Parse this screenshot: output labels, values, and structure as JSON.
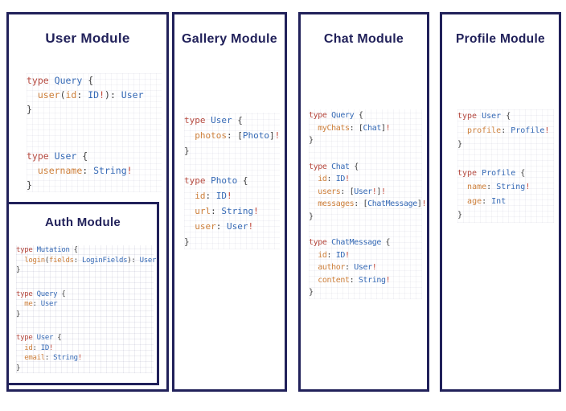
{
  "colors": {
    "navy": "#21215a",
    "keyword": "#b5493f",
    "type": "#3569b5",
    "field": "#cd7f3a",
    "punct": "#3d3d3d",
    "bang": "#c04638"
  },
  "panels": {
    "user": {
      "title": "User Module",
      "blocks": [
        [
          [
            [
              "k",
              "type"
            ],
            [
              "p",
              " "
            ],
            [
              "t",
              "Query"
            ],
            [
              "p",
              " {"
            ]
          ],
          [
            [
              "p",
              "  "
            ],
            [
              "f",
              "user"
            ],
            [
              "p",
              "("
            ],
            [
              "f",
              "id"
            ],
            [
              "p",
              ": "
            ],
            [
              "t",
              "ID"
            ],
            [
              "b",
              "!"
            ],
            [
              "p",
              "): "
            ],
            [
              "t",
              "User"
            ]
          ],
          [
            [
              "p",
              "}"
            ]
          ]
        ],
        [
          [
            [
              "k",
              "type"
            ],
            [
              "p",
              " "
            ],
            [
              "t",
              "User"
            ],
            [
              "p",
              " {"
            ]
          ],
          [
            [
              "p",
              "  "
            ],
            [
              "f",
              "username"
            ],
            [
              "p",
              ": "
            ],
            [
              "t",
              "String"
            ],
            [
              "b",
              "!"
            ]
          ],
          [
            [
              "p",
              "}"
            ]
          ]
        ]
      ]
    },
    "auth": {
      "title": "Auth Module",
      "blocks": [
        [
          [
            [
              "k",
              "type"
            ],
            [
              "p",
              " "
            ],
            [
              "t",
              "Mutation"
            ],
            [
              "p",
              " {"
            ]
          ],
          [
            [
              "p",
              "  "
            ],
            [
              "f",
              "login"
            ],
            [
              "p",
              "("
            ],
            [
              "f",
              "fields"
            ],
            [
              "p",
              ": "
            ],
            [
              "t",
              "LoginFields"
            ],
            [
              "p",
              "): "
            ],
            [
              "t",
              "User"
            ]
          ],
          [
            [
              "p",
              "}"
            ]
          ]
        ],
        [
          [
            [
              "k",
              "type"
            ],
            [
              "p",
              " "
            ],
            [
              "t",
              "Query"
            ],
            [
              "p",
              " {"
            ]
          ],
          [
            [
              "p",
              "  "
            ],
            [
              "f",
              "me"
            ],
            [
              "p",
              ": "
            ],
            [
              "t",
              "User"
            ]
          ],
          [
            [
              "p",
              "}"
            ]
          ]
        ],
        [
          [
            [
              "k",
              "type"
            ],
            [
              "p",
              " "
            ],
            [
              "t",
              "User"
            ],
            [
              "p",
              " {"
            ]
          ],
          [
            [
              "p",
              "  "
            ],
            [
              "f",
              "id"
            ],
            [
              "p",
              ": "
            ],
            [
              "t",
              "ID"
            ],
            [
              "b",
              "!"
            ]
          ],
          [
            [
              "p",
              "  "
            ],
            [
              "f",
              "email"
            ],
            [
              "p",
              ": "
            ],
            [
              "t",
              "String"
            ],
            [
              "b",
              "!"
            ]
          ],
          [
            [
              "p",
              "}"
            ]
          ]
        ]
      ]
    },
    "gallery": {
      "title": "Gallery Module",
      "blocks": [
        [
          [
            [
              "k",
              "type"
            ],
            [
              "p",
              " "
            ],
            [
              "t",
              "User"
            ],
            [
              "p",
              " {"
            ]
          ],
          [
            [
              "p",
              "  "
            ],
            [
              "f",
              "photos"
            ],
            [
              "p",
              ": ["
            ],
            [
              "t",
              "Photo"
            ],
            [
              "p",
              "]"
            ],
            [
              "b",
              "!"
            ]
          ],
          [
            [
              "p",
              "}"
            ]
          ]
        ],
        [
          [
            [
              "k",
              "type"
            ],
            [
              "p",
              " "
            ],
            [
              "t",
              "Photo"
            ],
            [
              "p",
              " {"
            ]
          ],
          [
            [
              "p",
              "  "
            ],
            [
              "f",
              "id"
            ],
            [
              "p",
              ": "
            ],
            [
              "t",
              "ID"
            ],
            [
              "b",
              "!"
            ]
          ],
          [
            [
              "p",
              "  "
            ],
            [
              "f",
              "url"
            ],
            [
              "p",
              ": "
            ],
            [
              "t",
              "String"
            ],
            [
              "b",
              "!"
            ]
          ],
          [
            [
              "p",
              "  "
            ],
            [
              "f",
              "user"
            ],
            [
              "p",
              ": "
            ],
            [
              "t",
              "User"
            ],
            [
              "b",
              "!"
            ]
          ],
          [
            [
              "p",
              "}"
            ]
          ]
        ]
      ]
    },
    "chat": {
      "title": "Chat Module",
      "blocks": [
        [
          [
            [
              "k",
              "type"
            ],
            [
              "p",
              " "
            ],
            [
              "t",
              "Query"
            ],
            [
              "p",
              " {"
            ]
          ],
          [
            [
              "p",
              "  "
            ],
            [
              "f",
              "myChats"
            ],
            [
              "p",
              ": ["
            ],
            [
              "t",
              "Chat"
            ],
            [
              "p",
              "]"
            ],
            [
              "b",
              "!"
            ]
          ],
          [
            [
              "p",
              "}"
            ]
          ]
        ],
        [
          [
            [
              "k",
              "type"
            ],
            [
              "p",
              " "
            ],
            [
              "t",
              "Chat"
            ],
            [
              "p",
              " {"
            ]
          ],
          [
            [
              "p",
              "  "
            ],
            [
              "f",
              "id"
            ],
            [
              "p",
              ": "
            ],
            [
              "t",
              "ID"
            ],
            [
              "b",
              "!"
            ]
          ],
          [
            [
              "p",
              "  "
            ],
            [
              "f",
              "users"
            ],
            [
              "p",
              ": ["
            ],
            [
              "t",
              "User"
            ],
            [
              "b",
              "!"
            ],
            [
              "p",
              "]"
            ],
            [
              "b",
              "!"
            ]
          ],
          [
            [
              "p",
              "  "
            ],
            [
              "f",
              "messages"
            ],
            [
              "p",
              ": ["
            ],
            [
              "t",
              "ChatMessage"
            ],
            [
              "p",
              "]"
            ],
            [
              "b",
              "!"
            ]
          ],
          [
            [
              "p",
              "}"
            ]
          ]
        ],
        [
          [
            [
              "k",
              "type"
            ],
            [
              "p",
              " "
            ],
            [
              "t",
              "ChatMessage"
            ],
            [
              "p",
              " {"
            ]
          ],
          [
            [
              "p",
              "  "
            ],
            [
              "f",
              "id"
            ],
            [
              "p",
              ": "
            ],
            [
              "t",
              "ID"
            ],
            [
              "b",
              "!"
            ]
          ],
          [
            [
              "p",
              "  "
            ],
            [
              "f",
              "author"
            ],
            [
              "p",
              ": "
            ],
            [
              "t",
              "User"
            ],
            [
              "b",
              "!"
            ]
          ],
          [
            [
              "p",
              "  "
            ],
            [
              "f",
              "content"
            ],
            [
              "p",
              ": "
            ],
            [
              "t",
              "String"
            ],
            [
              "b",
              "!"
            ]
          ],
          [
            [
              "p",
              "}"
            ]
          ]
        ]
      ]
    },
    "profile": {
      "title": "Profile Module",
      "blocks": [
        [
          [
            [
              "k",
              "type"
            ],
            [
              "p",
              " "
            ],
            [
              "t",
              "User"
            ],
            [
              "p",
              " {"
            ]
          ],
          [
            [
              "p",
              "  "
            ],
            [
              "f",
              "profile"
            ],
            [
              "p",
              ": "
            ],
            [
              "t",
              "Profile"
            ],
            [
              "b",
              "!"
            ]
          ],
          [
            [
              "p",
              "}"
            ]
          ]
        ],
        [
          [
            [
              "k",
              "type"
            ],
            [
              "p",
              " "
            ],
            [
              "t",
              "Profile"
            ],
            [
              "p",
              " {"
            ]
          ],
          [
            [
              "p",
              "  "
            ],
            [
              "f",
              "name"
            ],
            [
              "p",
              ": "
            ],
            [
              "t",
              "String"
            ],
            [
              "b",
              "!"
            ]
          ],
          [
            [
              "p",
              "  "
            ],
            [
              "f",
              "age"
            ],
            [
              "p",
              ": "
            ],
            [
              "t",
              "Int"
            ]
          ],
          [
            [
              "p",
              "}"
            ]
          ]
        ]
      ]
    }
  }
}
